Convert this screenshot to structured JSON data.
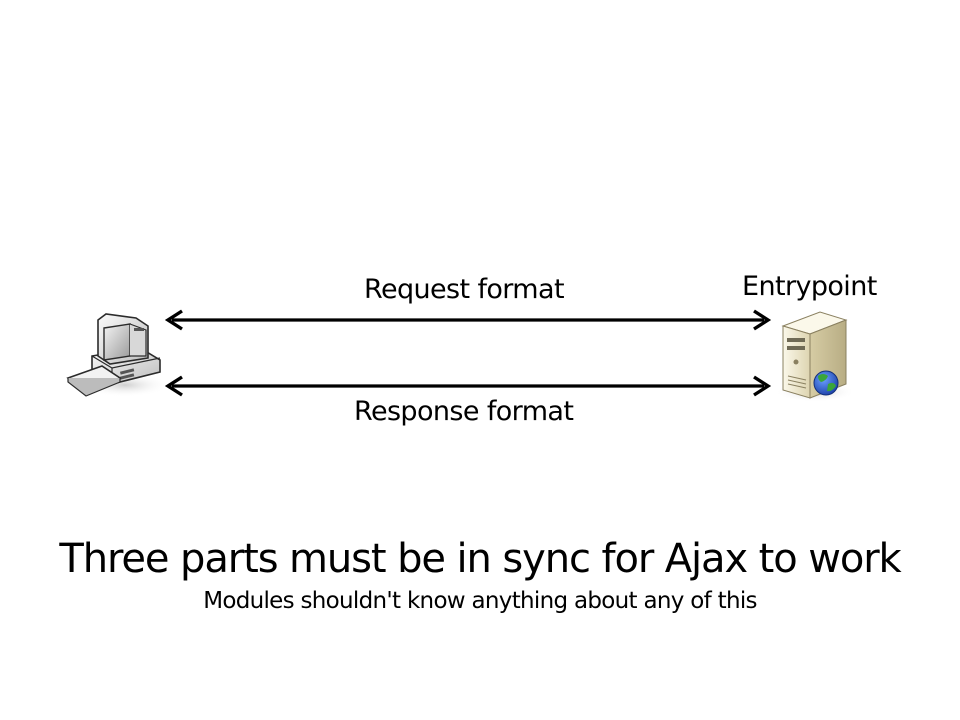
{
  "diagram": {
    "client": {
      "icon": "desktop-computer-icon"
    },
    "server": {
      "icon": "server-globe-icon",
      "label": "Entrypoint"
    },
    "connections": [
      {
        "label": "Request format",
        "direction": "bidirectional"
      },
      {
        "label": "Response format",
        "direction": "bidirectional"
      }
    ]
  },
  "caption": {
    "title": "Three parts must be in sync for Ajax to work",
    "subtitle": "Modules shouldn't know anything about any of this"
  },
  "colors": {
    "arrow": "#000000",
    "globe_blue": "#2a5fd0",
    "globe_green": "#3aa53a",
    "server_body": "#efe9cf"
  }
}
